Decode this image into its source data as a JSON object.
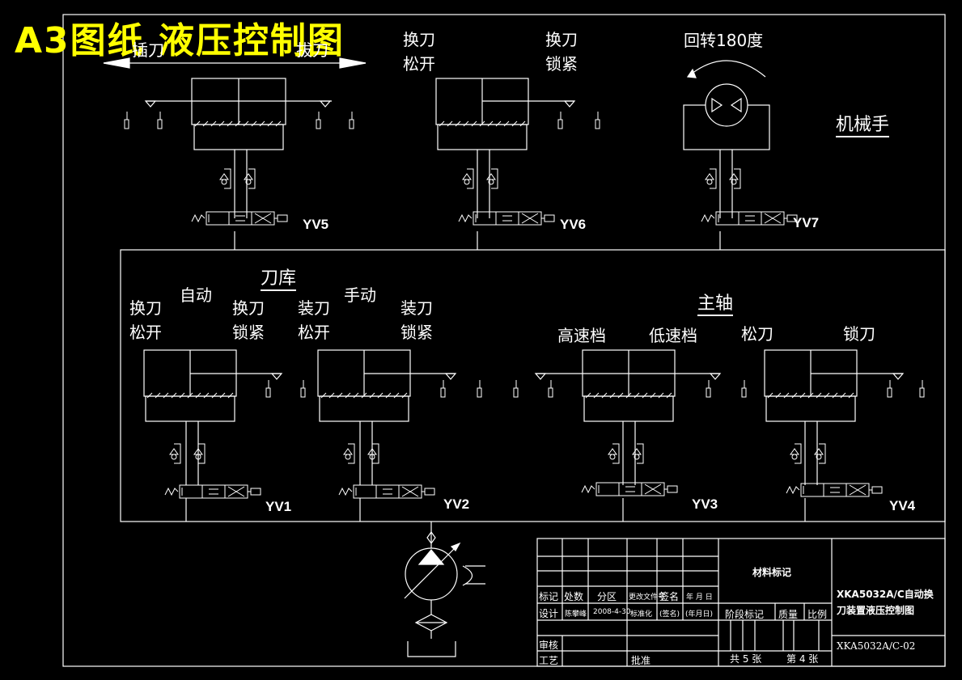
{
  "title": "A3图纸  液压控制图",
  "manipulator": {
    "label": "机械手",
    "rotate_label": "回转180度",
    "insert_label": "插刀",
    "pull_label": "拔刀",
    "tool_loosen": "换刀\n松开",
    "tool_lock": "换刀\n锁紧",
    "valves": [
      "YV5",
      "YV6",
      "YV7"
    ]
  },
  "magazine": {
    "label": "刀库",
    "auto_label": "自动",
    "manual_label": "手动",
    "change_loosen": "换刀\n松开",
    "change_lock": "换刀\n锁紧",
    "load_loosen": "装刀\n松开",
    "load_lock": "装刀\n锁紧",
    "valves": [
      "YV1",
      "YV2"
    ]
  },
  "spindle": {
    "label": "主轴",
    "high_gear": "高速档",
    "low_gear": "低速档",
    "loosen": "松刀",
    "lock": "锁刀",
    "valves": [
      "YV3",
      "YV4"
    ]
  },
  "title_block": {
    "material": "材料标记",
    "drawing_name_1": "XKA5032A/C自动换",
    "drawing_name_2": "刀装置液压控制图",
    "drawing_no": "XKA5032A/C-02",
    "mark": "标记",
    "count": "处数",
    "zone": "分区",
    "doc_no": "更改文件号",
    "sign": "签名",
    "date": "年 月 日",
    "design": "设计",
    "designer": "陈攀峰",
    "design_date": "2008-4-30",
    "standard": "标准化",
    "sign2": "(签名)",
    "date2": "(年月日)",
    "stage": "阶段标记",
    "mass": "质量",
    "scale": "比例",
    "review": "审核",
    "process": "工艺",
    "approve": "批准",
    "total": "共 5 张",
    "sheet": "第 4 张"
  }
}
